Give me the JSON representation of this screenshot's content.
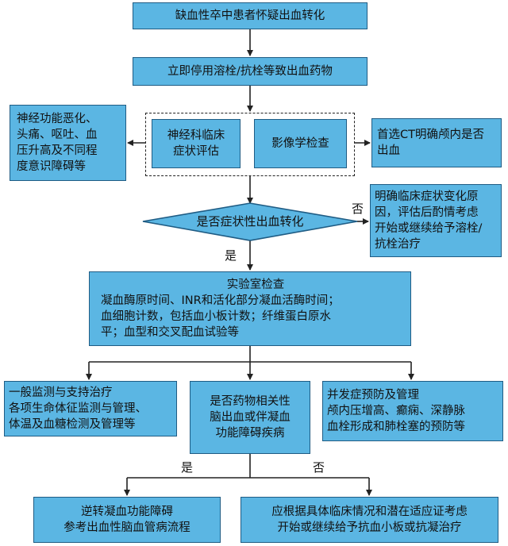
{
  "nodes": {
    "suspect": "缺血性卒中患者怀疑出血转化",
    "stop_drugs": "立即停用溶栓/抗栓等致出血药物",
    "neuro_eval": [
      "神经科临床",
      "症状评估"
    ],
    "imaging": "影像学检查",
    "symptoms": [
      "神经功能恶化、",
      "头痛、呕吐、血",
      "压升高及不同程",
      "度意识障碍等"
    ],
    "ct": [
      "首选CT明确颅内是否",
      "出血"
    ],
    "decision": "是否症状性出血转化",
    "no_branch": [
      "明确临床症状变化原",
      "因，评估后酌情考虑",
      "开始或继续给予溶栓/",
      "抗栓治疗"
    ],
    "lab": [
      "实验室检查",
      "凝血酶原时间、INR和活化部分凝血活酶时间；",
      "血细胞计数，包括血小板计数；纤维蛋白原水",
      "平；血型和交叉配血试验等"
    ],
    "monitoring": [
      "一般监测与支持治疗",
      "各项生命体征监测与管理、",
      "体温及血糖检测及管理等"
    ],
    "drug_related": [
      "是否药物相关性",
      "脑出血或伴凝血",
      "功能障碍疾病"
    ],
    "complications": [
      "并发症预防及管理",
      "颅内压增高、癫痫、深静脉",
      "血栓形成和肺栓塞的预防等"
    ],
    "reverse": [
      "逆转凝血功能障碍",
      "参考出血性脑血管病流程"
    ],
    "antiplatelet": [
      "应根据具体临床情况和潜在适应证考虑",
      "开始或继续给予抗血小板或抗凝治疗"
    ]
  },
  "labels": {
    "no1": "否",
    "yes1": "是",
    "yes2": "是",
    "no2": "否"
  }
}
